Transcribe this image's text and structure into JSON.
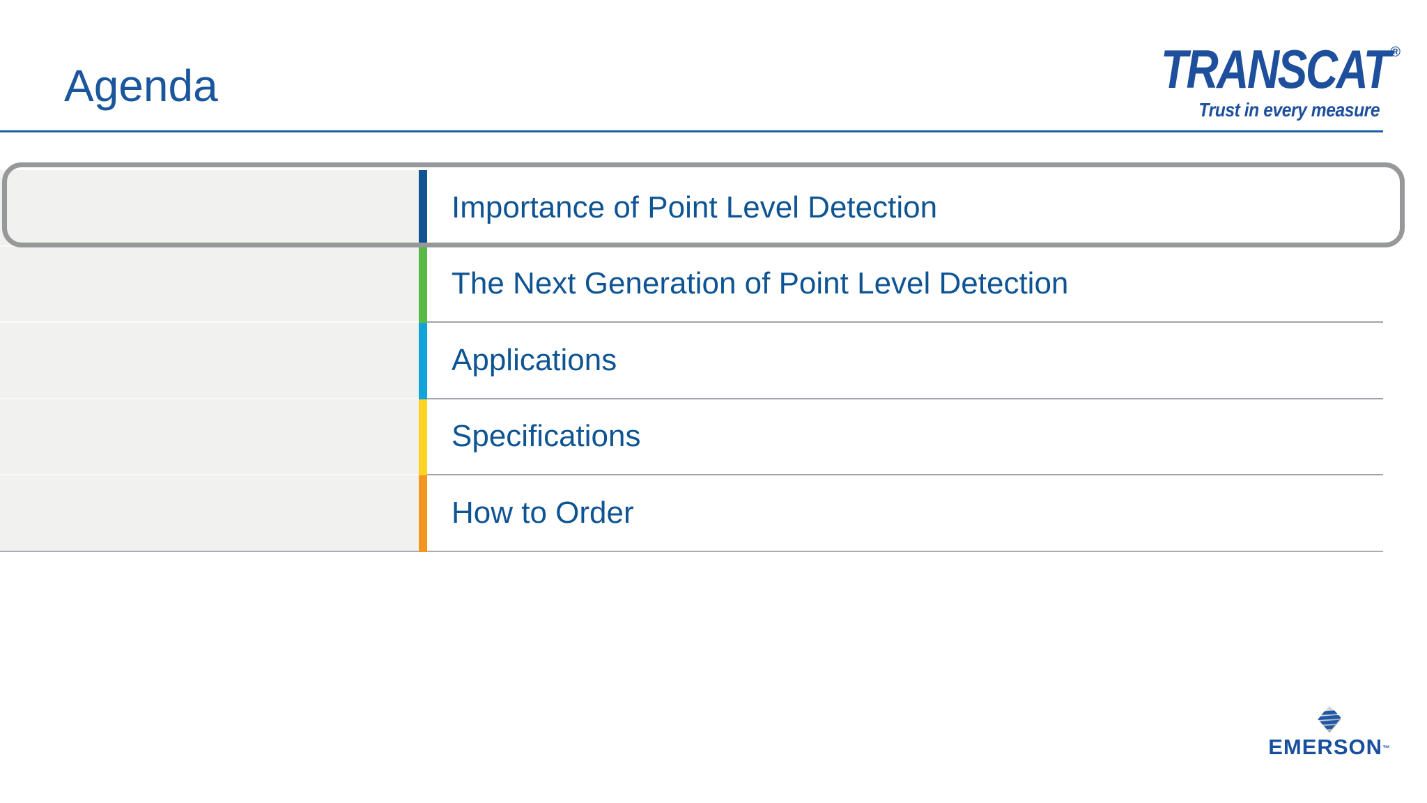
{
  "slide": {
    "title": "Agenda",
    "accent_rule_color": "#1E5EA9"
  },
  "logos": {
    "transcat": {
      "wordmark": "TRANSCAT",
      "registered_mark": "®",
      "tagline": "Trust in every measure",
      "color": "#1E4F9C"
    },
    "emerson": {
      "wordmark": "EMERSON",
      "trademark_mark": "™",
      "color": "#184F9E",
      "icon": "emerson-diamond-icon"
    }
  },
  "agenda": {
    "text_color": "#0E5493",
    "selected_index": 0,
    "selection_ring_color": "#97989A",
    "items": [
      {
        "label": "Importance of Point Level Detection",
        "accent_color": "#125391",
        "selected": true
      },
      {
        "label": "The Next Generation of Point Level Detection",
        "accent_color": "#57BA47",
        "selected": false
      },
      {
        "label": "Applications",
        "accent_color": "#12A3DB",
        "selected": false
      },
      {
        "label": "Specifications",
        "accent_color": "#FFD320",
        "selected": false
      },
      {
        "label": "How to Order",
        "accent_color": "#F3951F",
        "selected": false
      }
    ]
  }
}
